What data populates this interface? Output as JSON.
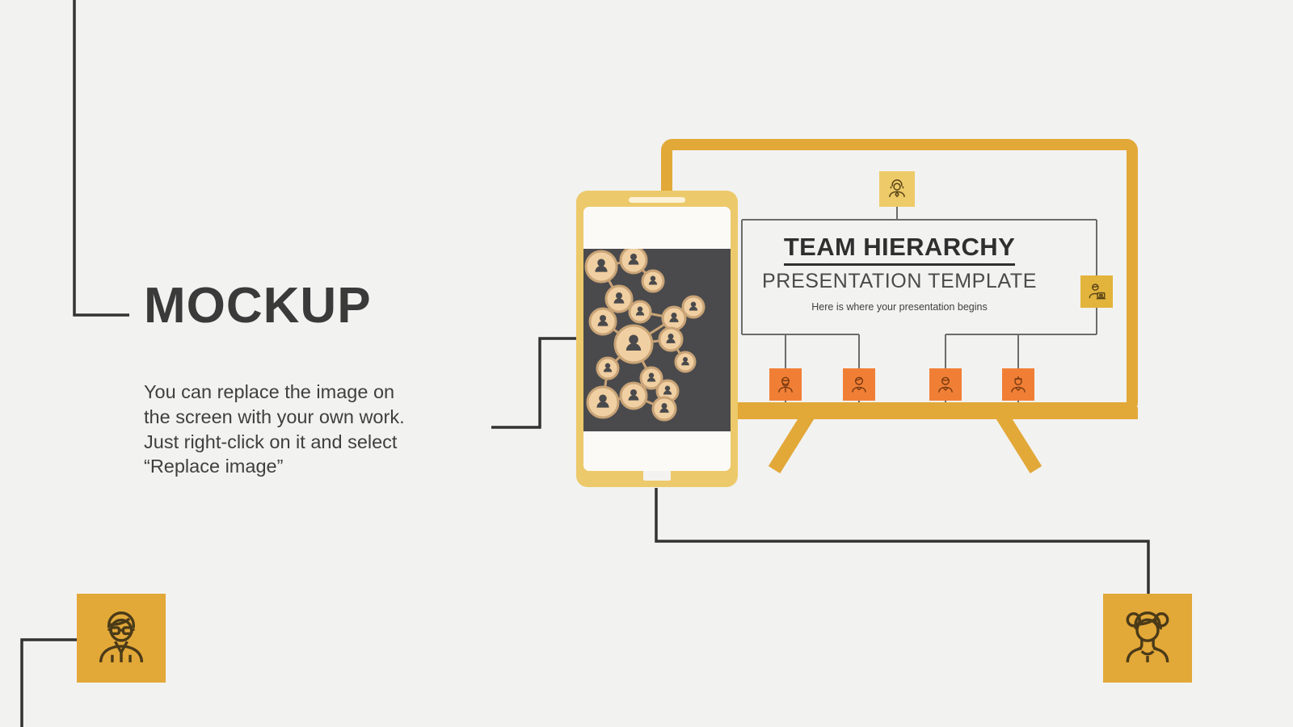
{
  "slide": {
    "background_color": "#f2f2f1",
    "accent_gold": "#e2a838",
    "accent_gold_light": "#edcb68",
    "accent_orange": "#f07f35",
    "line_color": "#333333",
    "text_color": "#3a3a3a"
  },
  "left_panel": {
    "title": "MOCKUP",
    "body": "You can replace the image on\nthe screen with your own work.\nJust right-click on it and select\n“Replace image”"
  },
  "board": {
    "title": "TEAM HIERARCHY",
    "subtitle": "PRESENTATION TEMPLATE",
    "tagline": "Here is where your presentation begins",
    "nodes": [
      {
        "name": "ceo-node",
        "icon": "person-headset-icon",
        "color": "#edcb68",
        "level": "top"
      },
      {
        "name": "manager-node",
        "icon": "person-laptop-icon",
        "color": "#e2b43c",
        "level": "right"
      },
      {
        "name": "staff-node-1",
        "icon": "person-beard-icon",
        "color": "#f07f35",
        "level": "bottom"
      },
      {
        "name": "staff-node-2",
        "icon": "person-short-hair-icon",
        "color": "#f07f35",
        "level": "bottom"
      },
      {
        "name": "staff-node-3",
        "icon": "person-plain-icon",
        "color": "#f07f35",
        "level": "bottom"
      },
      {
        "name": "staff-node-4",
        "icon": "person-cap-icon",
        "color": "#f07f35",
        "level": "bottom"
      }
    ]
  },
  "phone": {
    "icon": "smartphone-mockup",
    "screen_image": "people-network-nodes-photo",
    "screen_background": "#4a4a4c"
  },
  "avatars": [
    {
      "name": "avatar-left",
      "icon": "person-glasses-icon",
      "color": "#e2a838"
    },
    {
      "name": "avatar-right",
      "icon": "person-buns-icon",
      "color": "#e2a838"
    }
  ]
}
